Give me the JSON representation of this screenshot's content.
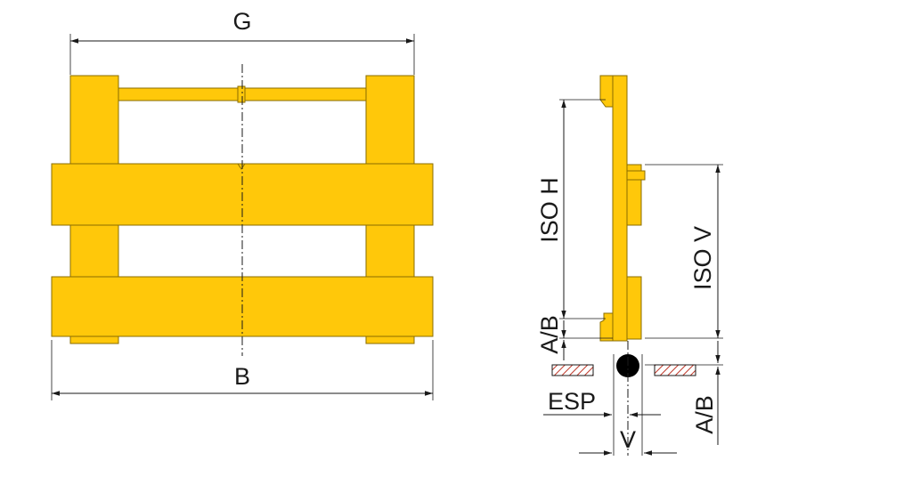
{
  "front_view": {
    "dimension_top": "G",
    "dimension_bottom": "B"
  },
  "side_view": {
    "dimension_iso_h": "ISO H",
    "dimension_iso_v": "ISO V",
    "dimension_ab_left": "A/B",
    "dimension_ab_right": "A/B",
    "dimension_esp": "ESP",
    "dimension_v": "V"
  },
  "colors": {
    "carriage": "#FFC80A",
    "outline": "#8a6d00",
    "line": "#1a1a1a",
    "hatch": "#c0392b"
  }
}
